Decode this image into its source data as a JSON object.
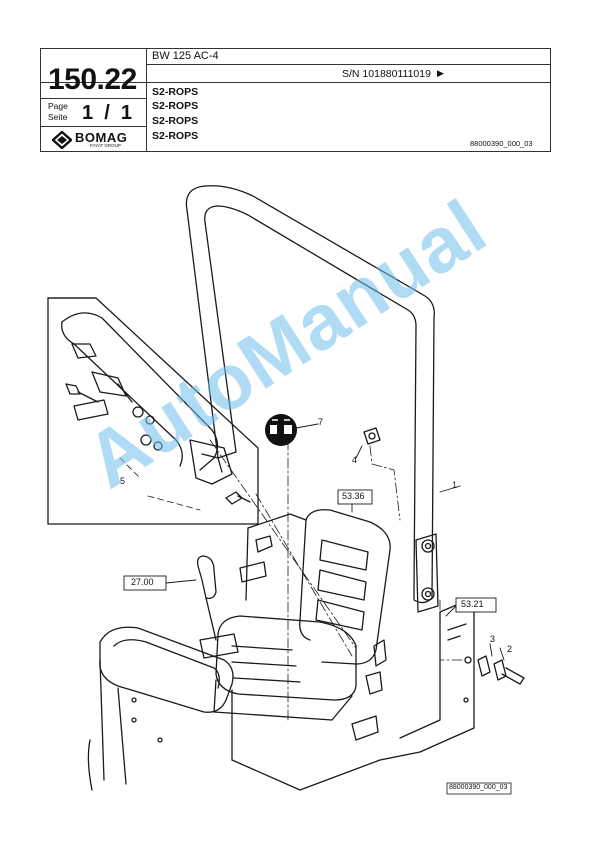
{
  "header": {
    "page_number": "150.22",
    "model": "BW 125 AC-4",
    "serial": "S/N 101880111019",
    "serial_arrow": "▶",
    "page_label_1": "Page",
    "page_label_2": "Seite",
    "page_fraction": "1  /  1",
    "titles": [
      "S2-ROPS",
      "S2-ROPS",
      "S2-ROPS",
      "S2-ROPS"
    ],
    "drawing_id": "88000390_000_03",
    "brand": "BOMAG",
    "brand_sub": "FAYAT GROUP"
  },
  "callouts": {
    "c1": "1",
    "c2": "2",
    "c3": "3",
    "c4": "4",
    "c5": "5",
    "c7": "7",
    "ref_seat": "53.36",
    "ref_lever": "27.00",
    "ref_frame": "53.21"
  },
  "footer": {
    "drawing_id": "88000390_000_03"
  },
  "watermark": "AutoManual"
}
